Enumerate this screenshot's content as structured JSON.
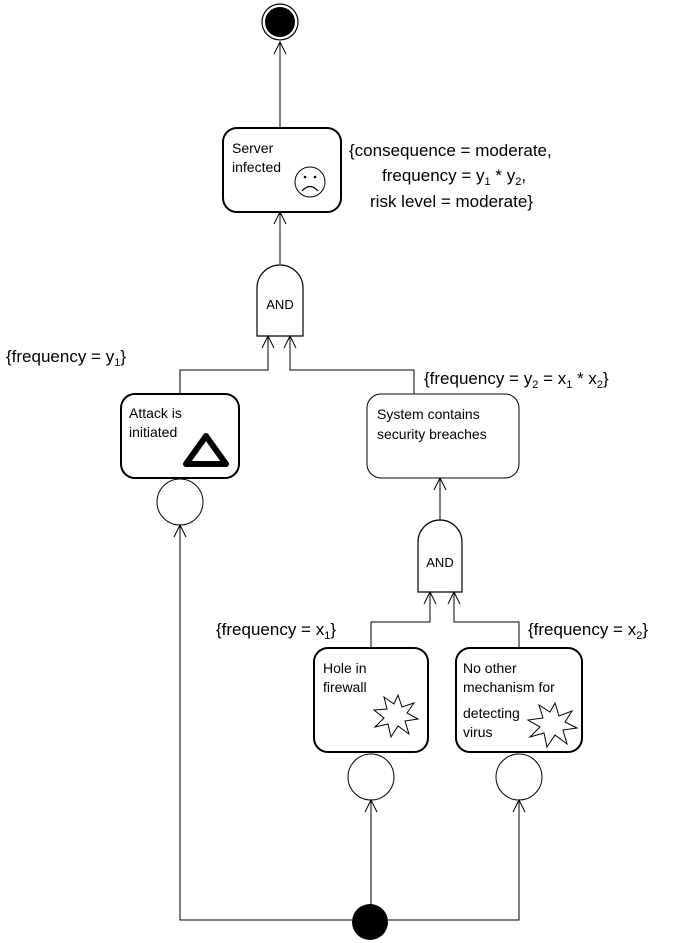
{
  "nodes": {
    "server": {
      "line1": "Server",
      "line2": "infected"
    },
    "attack": {
      "line1": "Attack is",
      "line2": "initiated"
    },
    "system": {
      "line1": "System contains",
      "line2": "security breaches"
    },
    "hole": {
      "line1": "Hole in",
      "line2": "firewall"
    },
    "noother": {
      "line1": "No other",
      "line2": "mechanism for",
      "line3": "detecting",
      "line4": "virus"
    }
  },
  "gates": {
    "top": "AND",
    "bottom": "AND"
  },
  "annotations": {
    "server_consequence": "{consequence = moderate,",
    "server_frequency": "frequency = y",
    "server_frequency_sub1": "1",
    "server_frequency_mid": " * y",
    "server_frequency_sub2": "2",
    "server_frequency_end": ",",
    "server_risk": "risk level = moderate}",
    "attack_freq": "{frequency = y",
    "attack_freq_sub": "1",
    "attack_freq_end": "}",
    "system_freq_a": "{frequency = y",
    "system_freq_sub_a": "2",
    "system_freq_b": " = x",
    "system_freq_sub_b": "1",
    "system_freq_c": " * x",
    "system_freq_sub_c": "2",
    "system_freq_end": "}",
    "hole_freq": "{frequency = x",
    "hole_freq_sub": "1",
    "hole_freq_end": "}",
    "noother_freq": "{frequency = x",
    "noother_freq_sub": "2",
    "noother_freq_end": "}"
  },
  "icons": {
    "server": "sad-face-icon",
    "attack": "triangle-icon",
    "hole": "explosion-icon",
    "noother": "explosion-icon"
  },
  "colors": {
    "stroke": "#000000",
    "fill": "#ffffff",
    "terminal": "#000000"
  }
}
